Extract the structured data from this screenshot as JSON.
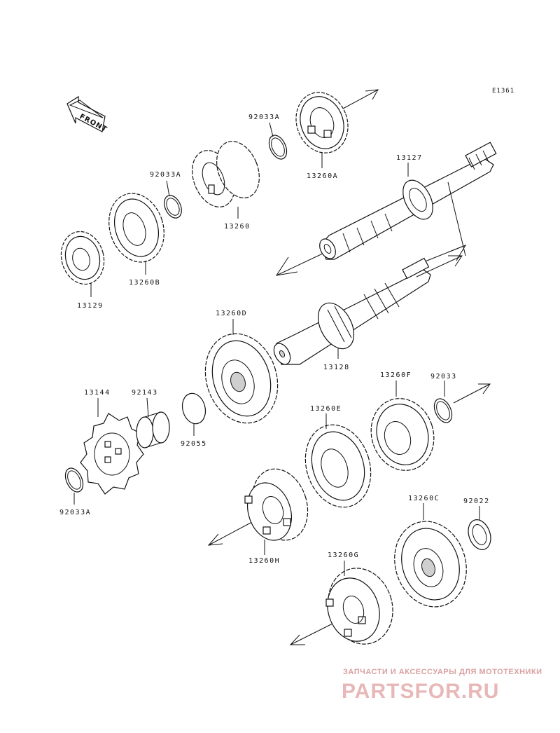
{
  "diagram": {
    "code": "E1361",
    "front_label": "FRONT",
    "parts": [
      {
        "id": "13260A",
        "label": "13260A"
      },
      {
        "id": "92033A_top",
        "label": "92033A"
      },
      {
        "id": "13260",
        "label": "13260"
      },
      {
        "id": "92033A_mid",
        "label": "92033A"
      },
      {
        "id": "13260B",
        "label": "13260B"
      },
      {
        "id": "13129",
        "label": "13129"
      },
      {
        "id": "13127",
        "label": "13127"
      },
      {
        "id": "13128",
        "label": "13128"
      },
      {
        "id": "13260D",
        "label": "13260D"
      },
      {
        "id": "13144",
        "label": "13144"
      },
      {
        "id": "92143",
        "label": "92143"
      },
      {
        "id": "92055",
        "label": "92055"
      },
      {
        "id": "92033A_bot",
        "label": "92033A"
      },
      {
        "id": "13260F",
        "label": "13260F"
      },
      {
        "id": "92033",
        "label": "92033"
      },
      {
        "id": "13260E",
        "label": "13260E"
      },
      {
        "id": "13260H",
        "label": "13260H"
      },
      {
        "id": "13260C",
        "label": "13260C"
      },
      {
        "id": "92022",
        "label": "92022"
      },
      {
        "id": "13260G",
        "label": "13260G"
      }
    ]
  },
  "watermark": {
    "tagline": "ЗАПЧАСТИ И АКСЕССУАРЫ ДЛЯ МОТОТЕХНИКИ",
    "logo": "PARTSFOR.RU"
  }
}
